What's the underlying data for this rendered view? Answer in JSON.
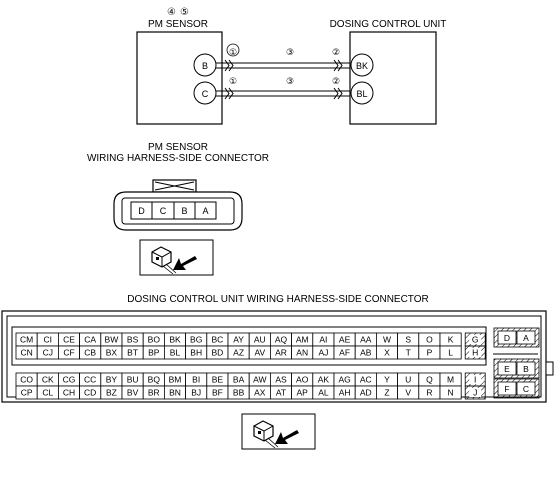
{
  "markers_top": [
    "④",
    "⑤"
  ],
  "pm_sensor_title": "PM SENSOR",
  "dosing_title": "DOSING CONTROL UNIT",
  "wires": [
    {
      "from": "B",
      "to": "BK",
      "left_mark": "①",
      "mid_mark": "③",
      "right_mark": "②"
    },
    {
      "from": "C",
      "to": "BL",
      "left_mark": "①",
      "mid_mark": "③",
      "right_mark": "②"
    }
  ],
  "pm_connector_title_1": "PM SENSOR",
  "pm_connector_title_2": "WIRING HARNESS-SIDE CONNECTOR",
  "pm_connector_pins": [
    "D",
    "C",
    "B",
    "A"
  ],
  "dcu_connector_title": "DOSING CONTROL UNIT WIRING HARNESS-SIDE CONNECTOR",
  "dcu_rows": [
    [
      "CM",
      "CI",
      "CE",
      "CA",
      "BW",
      "BS",
      "BO",
      "BK",
      "BG",
      "BC",
      "AY",
      "AU",
      "AQ",
      "AM",
      "AI",
      "AE",
      "AA",
      "W",
      "S",
      "O",
      "K"
    ],
    [
      "CN",
      "CJ",
      "CF",
      "CB",
      "BX",
      "BT",
      "BP",
      "BL",
      "BH",
      "BD",
      "AZ",
      "AV",
      "AR",
      "AN",
      "AJ",
      "AF",
      "AB",
      "X",
      "T",
      "P",
      "L"
    ],
    [
      "CO",
      "CK",
      "CG",
      "CC",
      "BY",
      "BU",
      "BQ",
      "BM",
      "BI",
      "BE",
      "BA",
      "AW",
      "AS",
      "AO",
      "AK",
      "AG",
      "AC",
      "Y",
      "U",
      "Q",
      "M"
    ],
    [
      "CP",
      "CL",
      "CH",
      "CD",
      "BZ",
      "BV",
      "BR",
      "BN",
      "BJ",
      "BF",
      "BB",
      "AX",
      "AT",
      "AP",
      "AL",
      "AH",
      "AD",
      "Z",
      "V",
      "R",
      "N"
    ]
  ],
  "dcu_hatched": [
    "G",
    "H",
    "I",
    "J"
  ],
  "dcu_side_pairs": [
    [
      "D",
      "A"
    ],
    [
      "E",
      "B"
    ],
    [
      "F",
      "C"
    ]
  ]
}
